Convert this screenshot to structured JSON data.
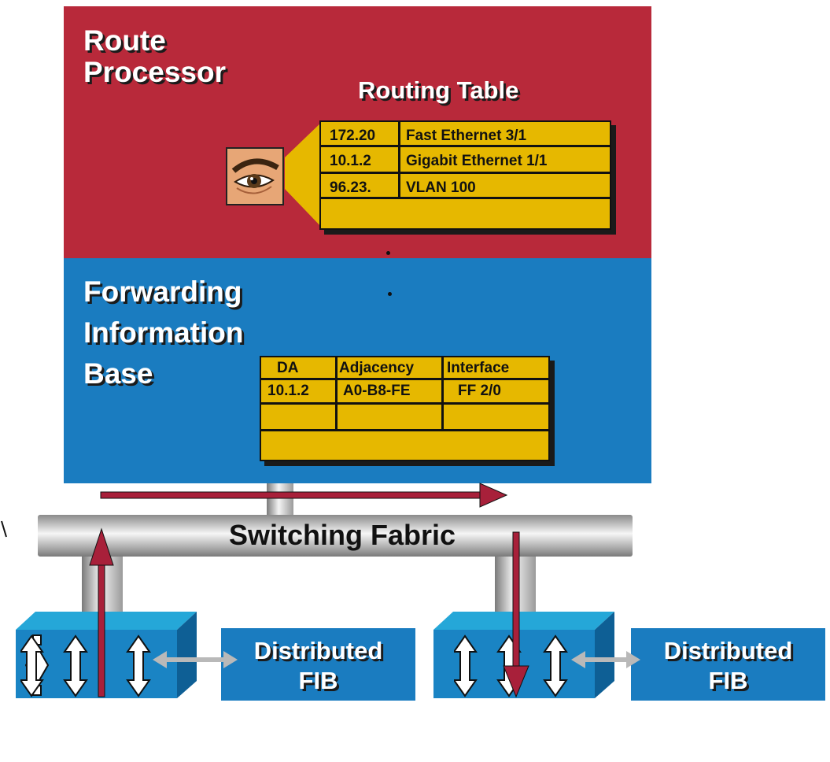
{
  "route_processor": {
    "title_line1": "Route",
    "title_line2": "Processor"
  },
  "routing_table": {
    "title": "Routing Table",
    "rows": [
      {
        "prefix": "172.20",
        "interface": "Fast Ethernet 3/1"
      },
      {
        "prefix": "10.1.2",
        "interface": "Gigabit Ethernet 1/1"
      },
      {
        "prefix": "96.23.",
        "interface": "VLAN 100"
      },
      {
        "prefix": "",
        "interface": ""
      }
    ]
  },
  "fib": {
    "title_line1": "Forwarding",
    "title_line2": "Information",
    "title_line3": "Base",
    "headers": [
      "DA",
      "Adjacency",
      "Interface"
    ],
    "rows": [
      [
        "10.1.2",
        "A0-B8-FE",
        "FF 2/0"
      ],
      [
        "",
        "",
        ""
      ]
    ]
  },
  "switching_fabric": {
    "label": "Switching Fabric"
  },
  "linecards": [
    {
      "fib_label_line1": "Distributed",
      "fib_label_line2": "FIB"
    },
    {
      "fib_label_line1": "Distributed",
      "fib_label_line2": "FIB"
    }
  ],
  "colors": {
    "route_processor": "#b8293a",
    "fib": "#1a7cc0",
    "table": "#e6b800",
    "flow_arrow": "#a8203a"
  }
}
